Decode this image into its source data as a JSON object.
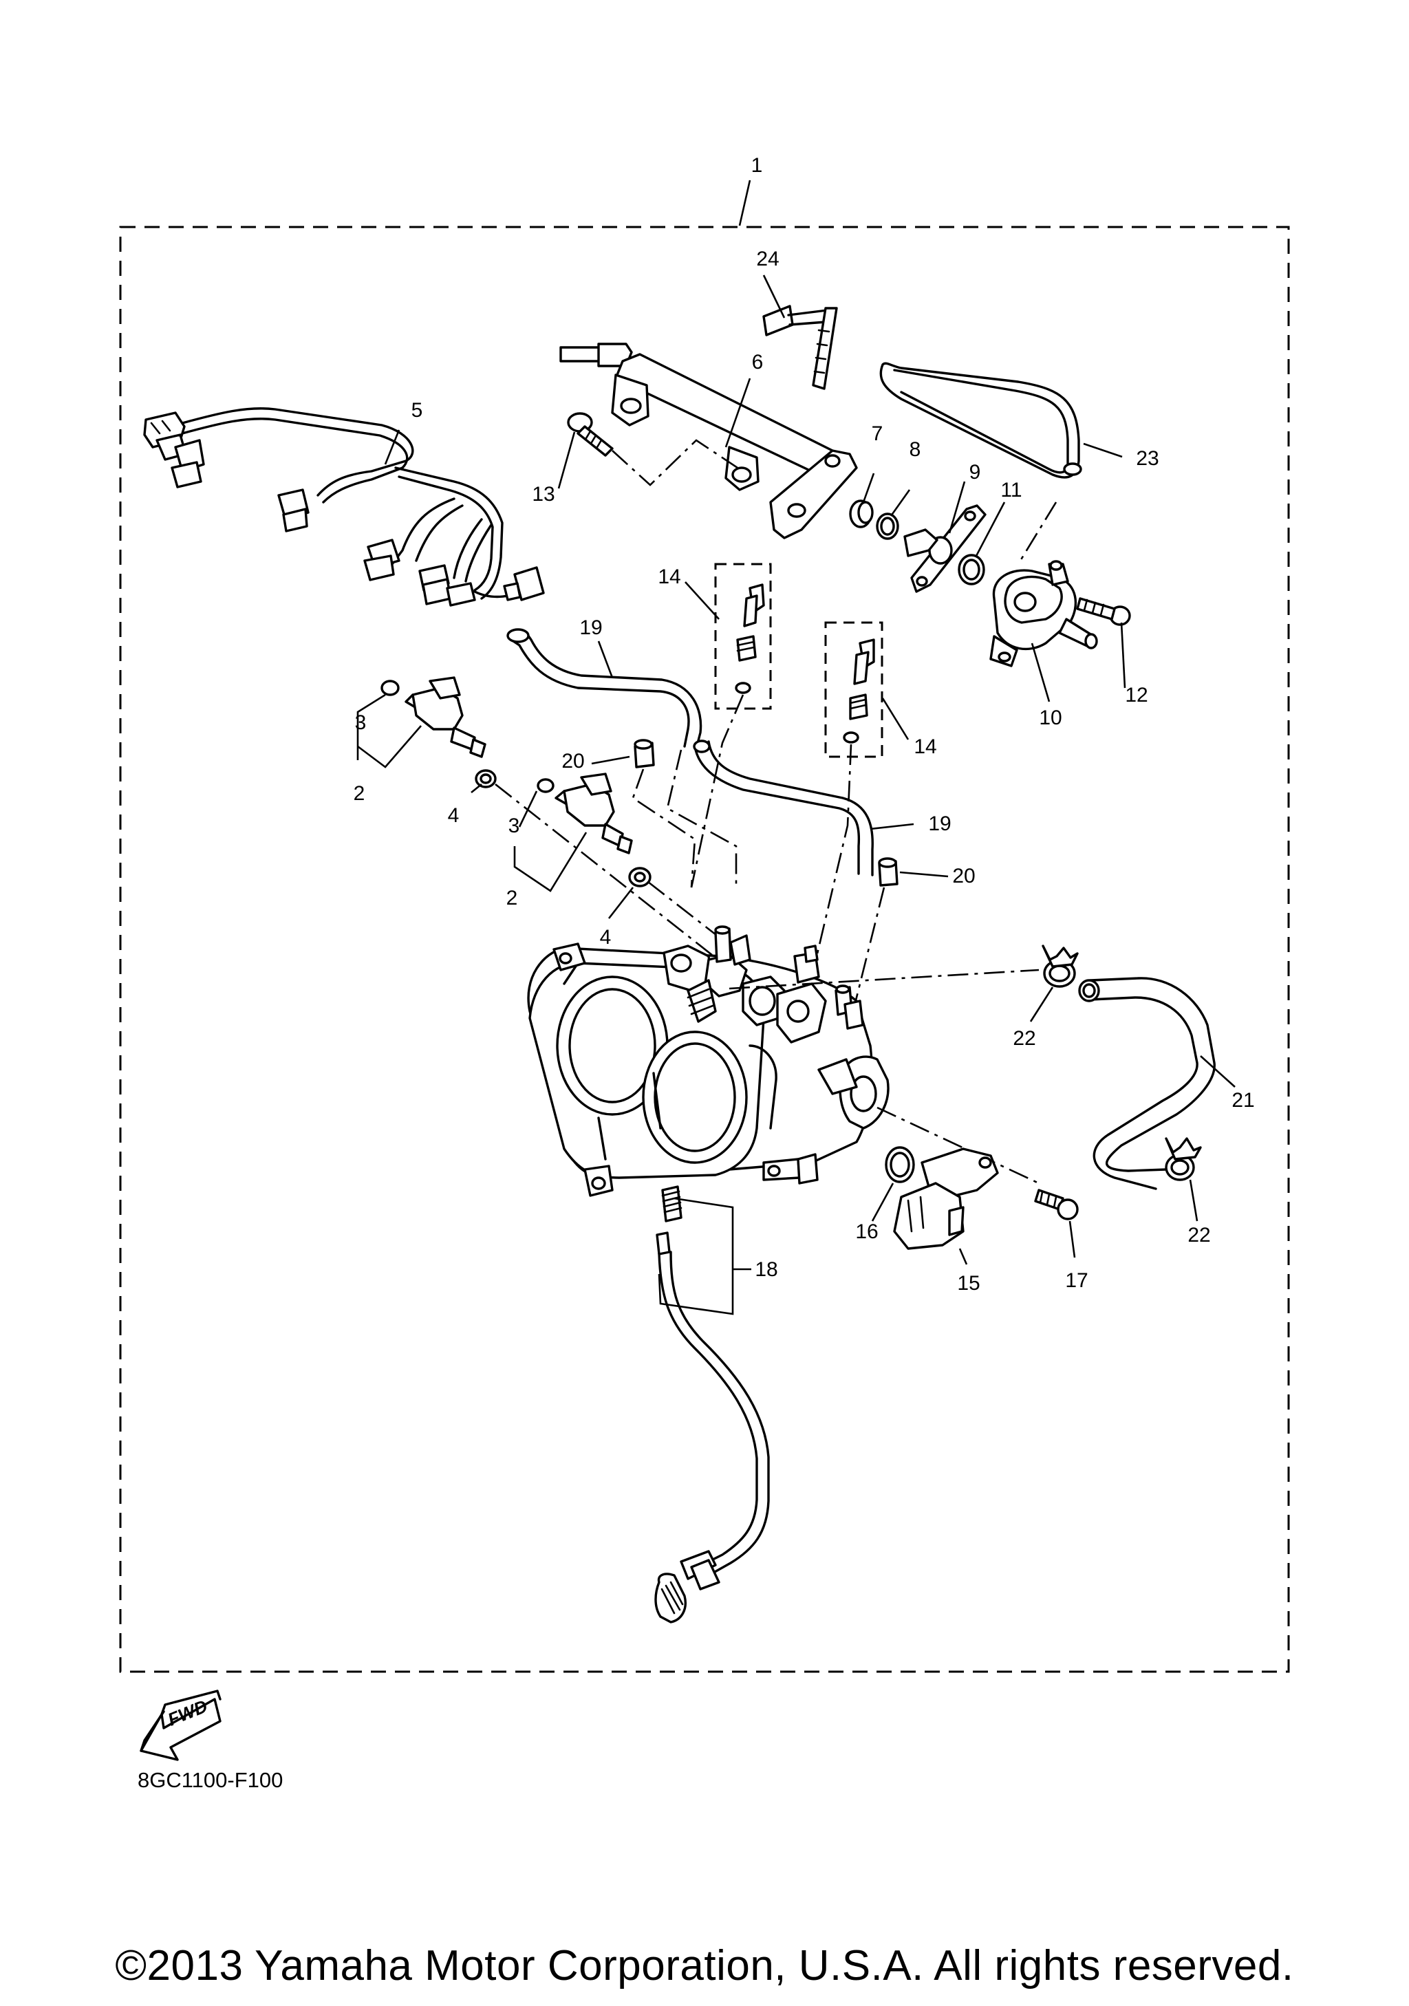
{
  "callouts": {
    "c1": "1",
    "c2a": "2",
    "c2b": "2",
    "c3a": "3",
    "c3b": "3",
    "c4a": "4",
    "c4b": "4",
    "c5": "5",
    "c6": "6",
    "c7": "7",
    "c8": "8",
    "c9": "9",
    "c10": "10",
    "c11": "11",
    "c12": "12",
    "c13": "13",
    "c14a": "14",
    "c14b": "14",
    "c15": "15",
    "c16": "16",
    "c17": "17",
    "c18": "18",
    "c19a": "19",
    "c19b": "19",
    "c20a": "20",
    "c20b": "20",
    "c21": "21",
    "c22a": "22",
    "c22b": "22",
    "c23": "23",
    "c24": "24"
  },
  "fwd_label": "FWD",
  "diagram_code": "8GC1100-F100",
  "copyright": "©2013 Yamaha Motor Corporation, U.S.A. All rights reserved."
}
